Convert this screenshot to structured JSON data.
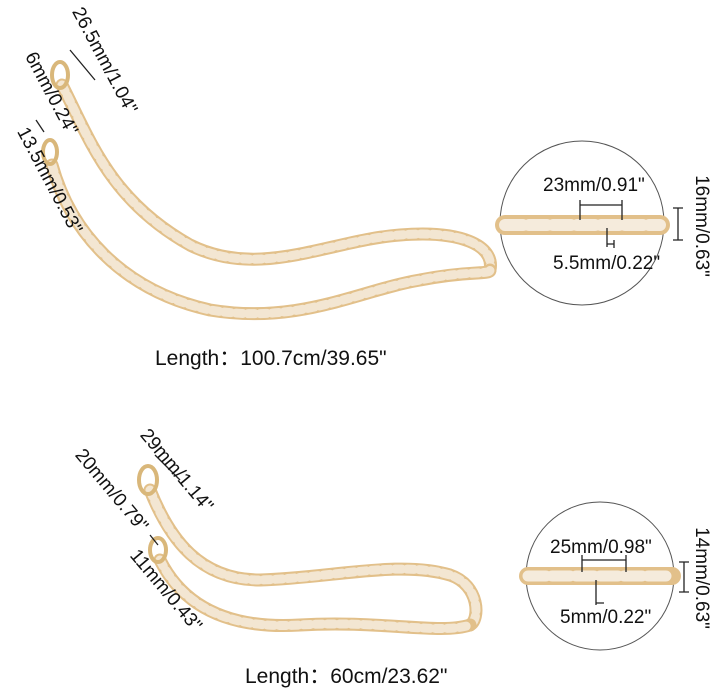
{
  "colors": {
    "chain_light": "#f3e6d2",
    "chain_gold": "#e2c08a",
    "clasp": "#d9b77a",
    "line": "#222222"
  },
  "top": {
    "clasp_length": "26.5mm/1.04\"",
    "clasp_width": "6mm/0.24\"",
    "ring": "13.5mm/0.53\"",
    "length": "Length：100.7cm/39.65\"",
    "link_length": "23mm/0.91\"",
    "link_gap": "5.5mm/0.22\"",
    "chain_width": "16mm/0.63\""
  },
  "bottom": {
    "clasp_length": "29mm/1.14\"",
    "clasp_width": "20mm/0.79\"",
    "ring": "11mm/0.43\"",
    "length": "Length：60cm/23.62\"",
    "link_length": "25mm/0.98\"",
    "link_gap": "5mm/0.22\"",
    "chain_width": "14mm/0.63\""
  }
}
